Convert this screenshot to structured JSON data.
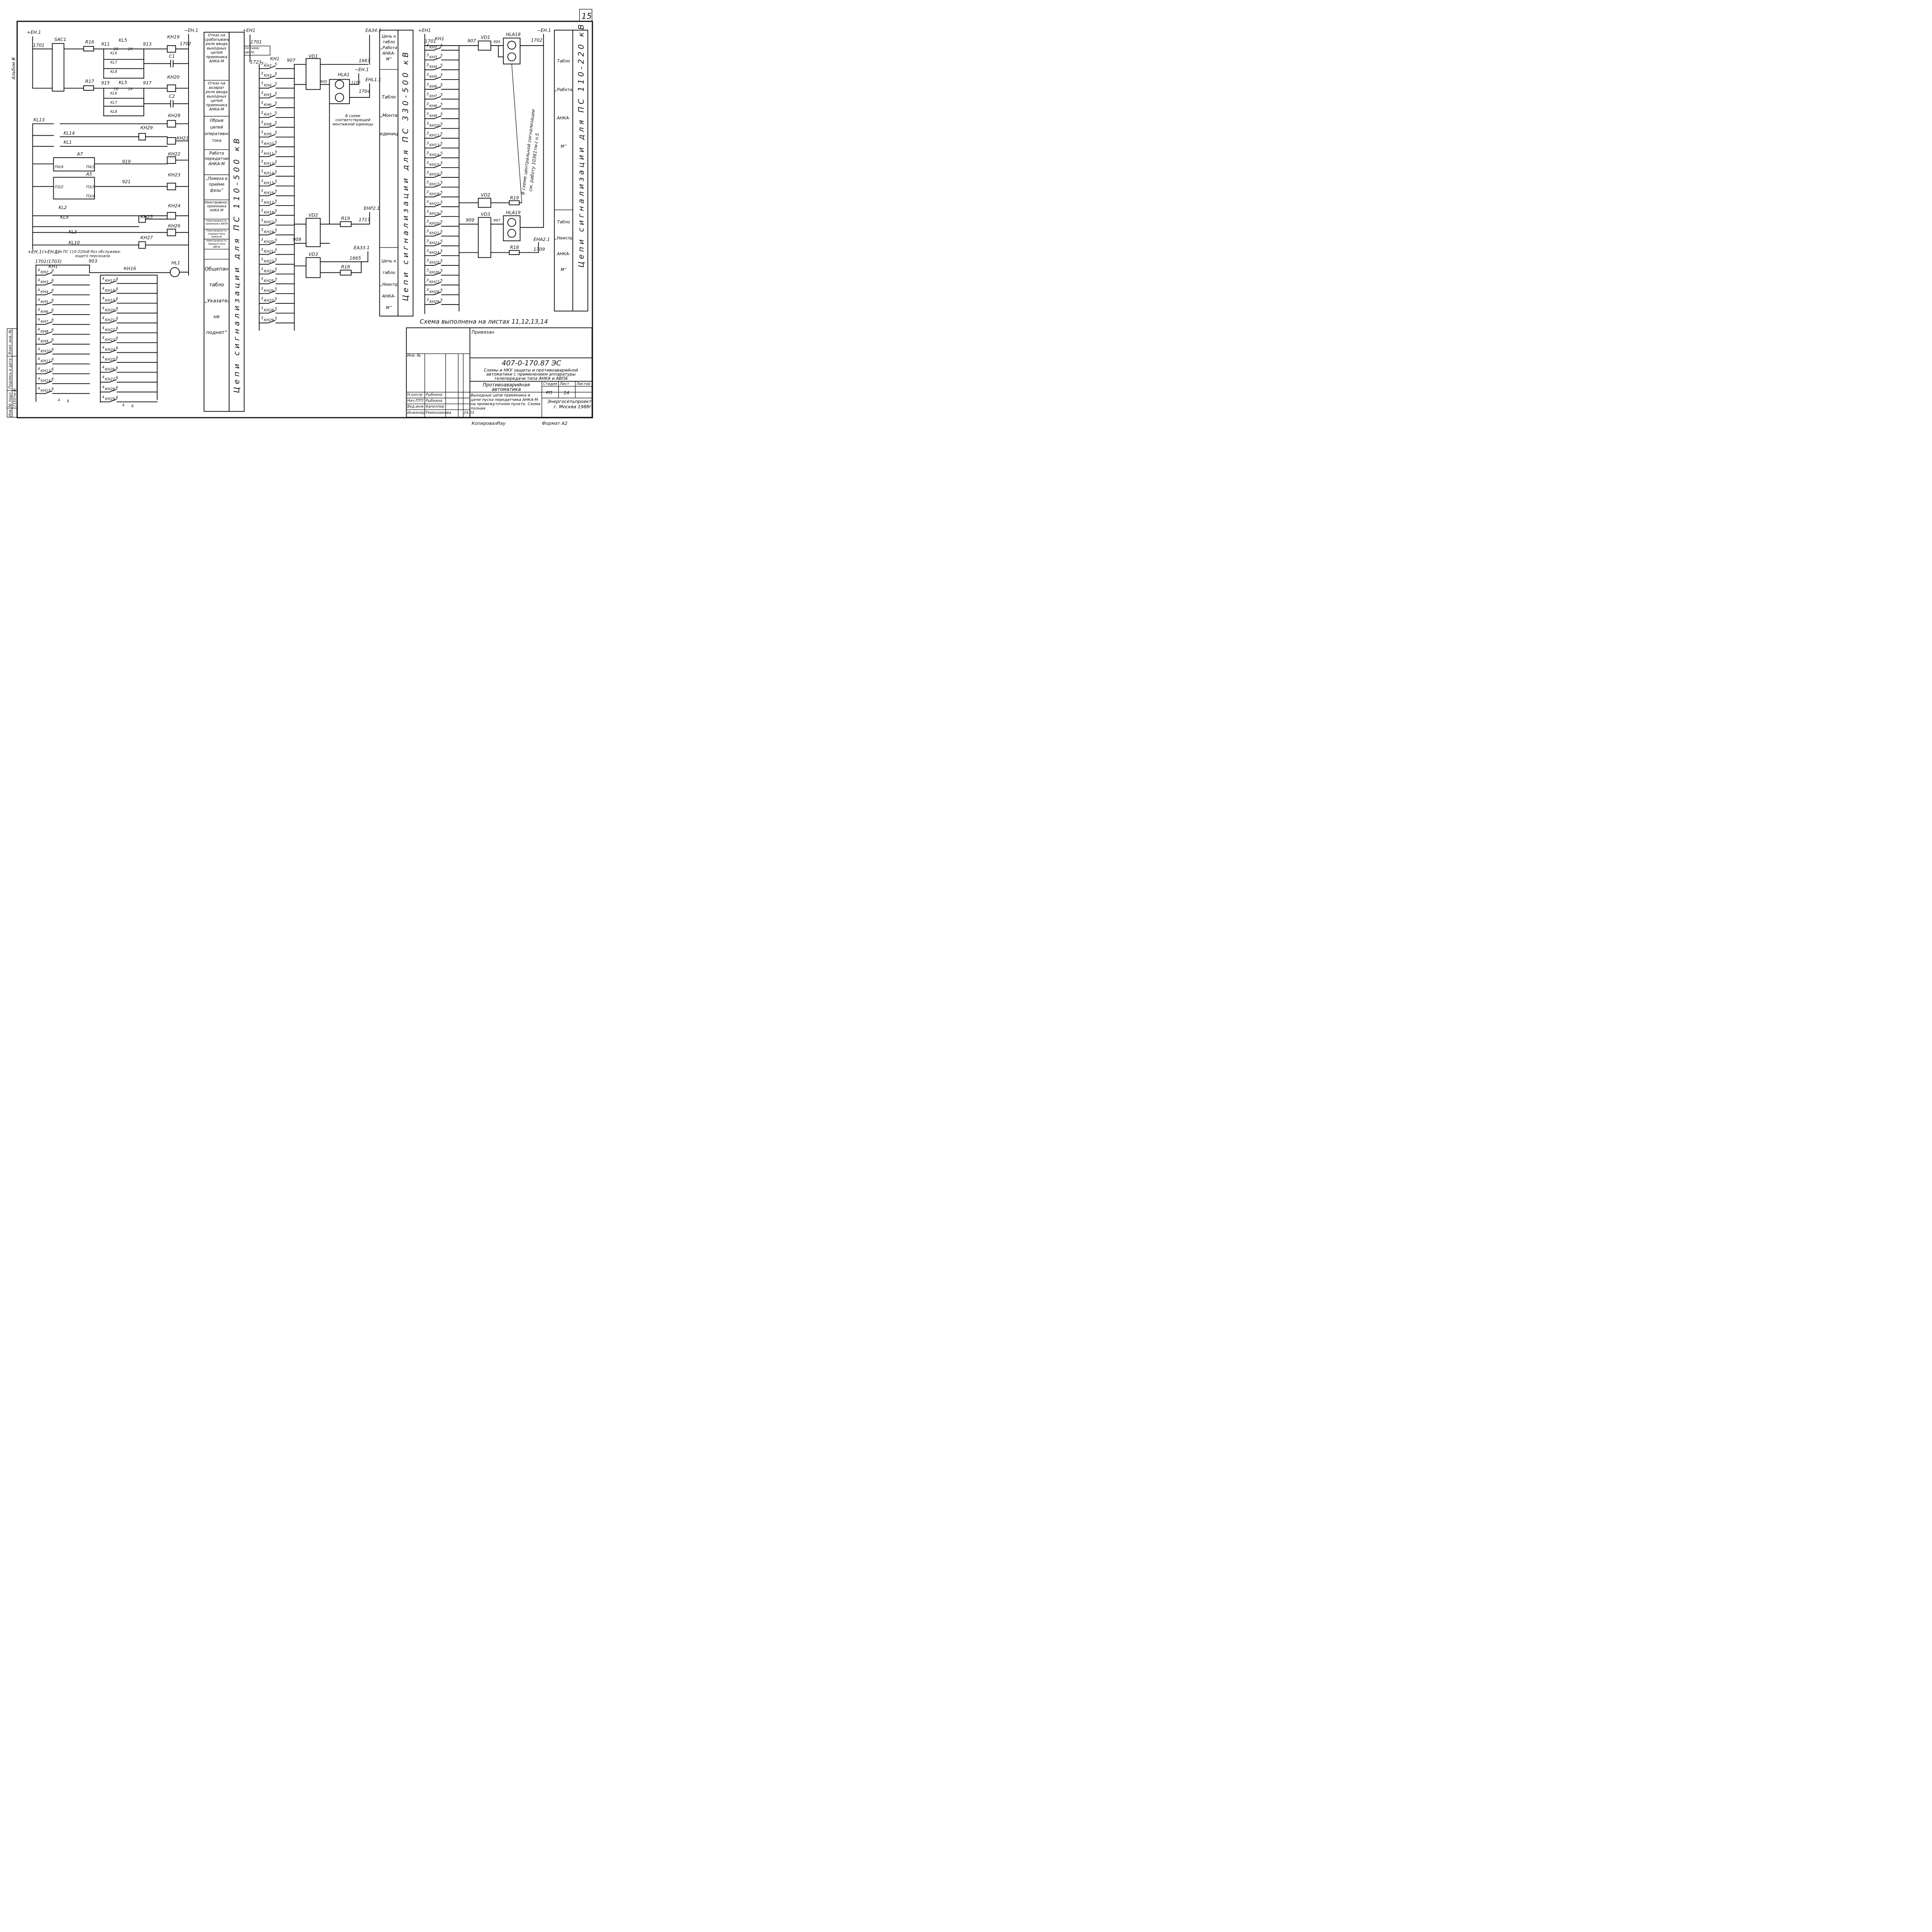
{
  "sheet": {
    "page_number": "15",
    "album": "Альбом Ⅲ",
    "footer_note": "Схема выполнена на листах 11,12,13,14",
    "copied_by": "Копировал·",
    "copied_sign": "Лау",
    "format": "Формат А2"
  },
  "left": {
    "bus_pos": "+ЕН.1",
    "bus_neg": "−ЕН.1",
    "w1701": "1701",
    "w1702": "1702",
    "sac1": "SAC1",
    "sac_terms": [
      "10",
      "12",
      "9",
      "11"
    ],
    "r16": "R16",
    "r17": "R17",
    "w911": "911",
    "w913": "913",
    "w915": "915",
    "w917": "917",
    "kl5a": "KL5",
    "kl5b": "KL5",
    "kl6": "KL6",
    "kl7": "KL7",
    "kl8": "KL8",
    "n25": "25",
    "n29": "29",
    "n10": "10",
    "n14": "14",
    "c1": "C1",
    "c2": "C2",
    "kh19": "КН19",
    "kh20": "КН20",
    "kh28": "КН28",
    "kh29": "КН29",
    "kh21": "КН21",
    "kh22": "КН22",
    "kh23": "КН23",
    "kh24": "КН24",
    "kh25": "КН25",
    "kh26": "КН26",
    "kh27": "КН27",
    "kl13": "KL13",
    "kl14": "KL14",
    "kl1": "KL1",
    "kl2": "KL2",
    "kl9": "KL9",
    "kl3": "KL3",
    "kl10": "KL10",
    "a7": "А7",
    "a5": "А5",
    "p414": "П4/4",
    "p413": "П4/3",
    "p32": "П3/2",
    "p33": "П3/3",
    "p34": "П3/4",
    "w919": "919",
    "w921": "921",
    "coil_1": "1",
    "coil_2": "2",
    "eh_bottom": "+ЕН.1(+ЕН.1)",
    "note_ps": "Для ПС 110-220кВ без обслужива-",
    "note_ps2": "ющего персонала",
    "w1701b": "1701(1703)",
    "w903": "903",
    "kh1": "КН1",
    "kh16": "КН16",
    "hl1": "HL1",
    "ladder_a": [
      "КН2",
      "КН3",
      "КН4",
      "КН5",
      "КН6",
      "КН7",
      "КН8",
      "КН9",
      "КН10",
      "КН11",
      "КН13",
      "КН14",
      "КН15"
    ],
    "ladder_b": [
      "КН17",
      "КН18",
      "КН19",
      "КН20",
      "КН21",
      "КН22",
      "КН23",
      "КН24",
      "КН25",
      "КН26",
      "КН27",
      "КН28",
      "КН29"
    ],
    "term4": "4",
    "term6": "6"
  },
  "table1": {
    "rows": [
      "Отказ на срабатывание реле ввода выходных цепей приемника АНКА-М",
      "Отказ на возврат реле ввода выходных цепей приемника АНКА-М",
      "Обрыв цепей оперативного тока",
      "Работа передатчика АНКА-М",
      "„Помеха в приёме фазы”",
      "Неисправность приемника АНКА-М",
      "Неисправность приемника АВПА",
      "Неисправность передатчика АНКА-М",
      "Неисправность передатчика АВПА",
      "Общепанельное табло „Указатель не поднят”"
    ],
    "vertical_title": "Цепи сигнализации для ПС 110-500 кВ"
  },
  "middle": {
    "eh1": "+ЕН1",
    "w1701": "1701",
    "ref": "См схему центр. сигнализации",
    "w1723": "1723-...",
    "kh1": "КН1",
    "w907": "907",
    "w1667": "1667",
    "ea341": "ЕА34.1",
    "vd1": "VD1",
    "hla1": "HLA1",
    "eh1n": "−ЕН.1",
    "ehl11": "ЕНL1.1",
    "w905": "905",
    "w1102": "1102",
    "w1704": "1704",
    "note": "В схеме соответствующей монтажной единицы",
    "vd2": "VD2",
    "r19": "R19",
    "w1717": "1717",
    "ehp21": "ЕНР2.1",
    "w909": "909",
    "vd3": "VD3",
    "ea331": "ЕА33.1",
    "w1665": "1665",
    "r18": "R18",
    "ladder": [
      "КН2",
      "КН3",
      "КН4",
      "КН5",
      "КН6",
      "КН7",
      "КН8",
      "КН9",
      "КН10",
      "КН11",
      "КН13",
      "КН14",
      "КН15",
      "КН16",
      "КН17",
      "КН18",
      "КН22",
      "КН19",
      "КН20",
      "КН21",
      "КН23",
      "КН24",
      "КН25",
      "КН26",
      "КН27",
      "КН28",
      "КН29"
    ],
    "t3": "3",
    "t5": "5"
  },
  "table2": {
    "cells": [
      "Цепь к табло „Работа АНКА-М”",
      "Табло „Монтажная единица”",
      "Цепь к табло „Неисправность АНКА-М”"
    ],
    "vertical_title": "Цепи сигнализации для ПС 330-500 кВ"
  },
  "right": {
    "eh1": "+ЕН1",
    "eh1n": "−ЕН.1",
    "w1701": "1701",
    "kh1": "КН1",
    "w907": "907",
    "vd1": "VD1",
    "w995": "995",
    "hla18": "HLA18",
    "w1702": "1702",
    "vd2": "VD2",
    "r19": "R19",
    "vd3": "VD3",
    "w909": "909",
    "w997": "997",
    "hla19": "HLA19",
    "eha21": "ЕНА2.1",
    "r18": "R18",
    "w1709": "1709",
    "central_note1": "В схеме центральной сигнализации",
    "central_note2": "см. работу 10361тм-I л.5",
    "ladder": [
      "КН2",
      "КН3",
      "КН4",
      "КН5",
      "КН6",
      "КН7",
      "КН8",
      "КН9",
      "КН10",
      "КН11",
      "КН13",
      "КН14",
      "КН15",
      "КН16",
      "КН17",
      "КН18",
      "КН22",
      "КН19",
      "КН20",
      "КН21",
      "КН23",
      "КН24",
      "КН25",
      "КН26",
      "КН27",
      "КН28",
      "КН29"
    ]
  },
  "table3": {
    "cells": [
      "Табло „Работа АНКА-М”",
      "Табло „Неисправность АНКА-М”"
    ],
    "vertical_title": "Цепи сигнализации для ПС 110-220 кВ"
  },
  "side_stamp": {
    "a": "Подпись и дата",
    "b": "Взам. инв. №",
    "c": "Инв. № подл.",
    "d": "7350тм-III"
  },
  "title_block": {
    "privyazan": "Привязан",
    "inv": "Инв. №",
    "doc_code": "407-0-170.87   ЭС",
    "project": "Схемы и НКУ защиты и противоаварийной автоматики с применением аппаратуры телепередачи типа АНКА и АВПА",
    "section": "Противоаварийная автоматика",
    "stage_h": "Стадия",
    "sheet_h": "Лист",
    "sheets_h": "Листов",
    "stage": "РП",
    "sheet": "14",
    "sheet_title": "Выходные цепи приемника и цепи пуска передатчика АНКА-М на промежуточном пункте. Схема полная",
    "org": "Энергосетьпроект г. Москва 1988г",
    "roles": [
      "Н.контр",
      "Нач.ПТП",
      "Вед.инж",
      "Инженер"
    ],
    "names": [
      "Рыбкина",
      "Рыбкина",
      "Капеллер",
      "Ременникова"
    ],
    "dates": [
      "",
      "",
      "",
      "24.03"
    ]
  }
}
